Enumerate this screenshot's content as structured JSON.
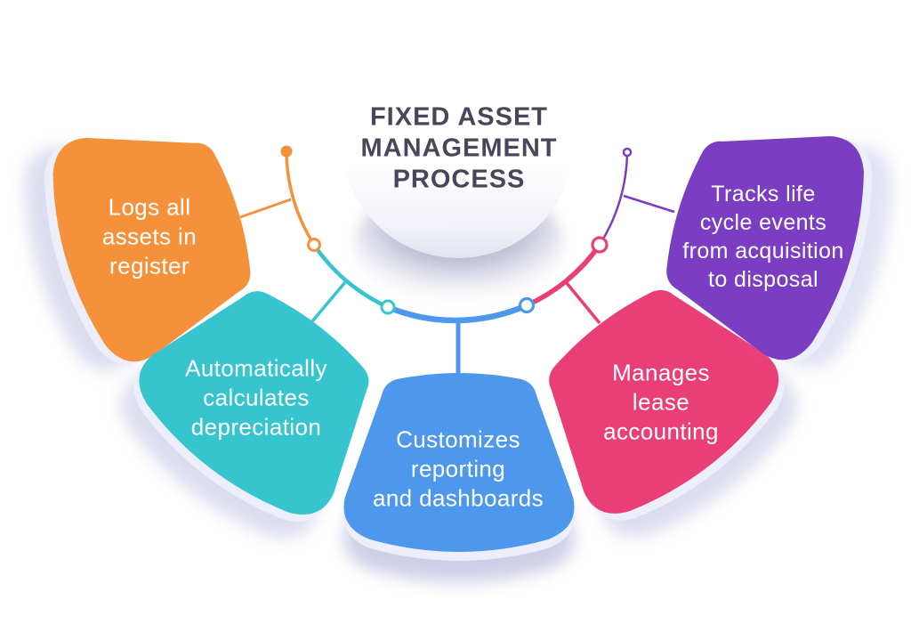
{
  "title": {
    "text": "FIXED ASSET\nMANAGEMENT\nPROCESS",
    "color": "#4a455a"
  },
  "steps": [
    {
      "id": "log-assets",
      "label": "Logs all\nassets in\nregister",
      "color": "#F6913B"
    },
    {
      "id": "depreciation",
      "label": "Automatically\ncalculates\ndepreciation",
      "color": "#36C5CE"
    },
    {
      "id": "reporting",
      "label": "Customizes\nreporting\nand dashboards",
      "color": "#4D97EC"
    },
    {
      "id": "lease",
      "label": "Manages\nlease\naccounting",
      "color": "#EA3E77"
    },
    {
      "id": "lifecycle",
      "label": "Tracks life\ncycle events\nfrom acquisition\nto disposal",
      "color": "#7B3EC2"
    }
  ],
  "colors": {
    "petal_text": "#ffffff",
    "rim": "#eceef9",
    "petal_soft_shadow": "#b9bce0",
    "ball_shadow": "#6f6f9f",
    "node_fill": "#ffffff",
    "ball_top": "#ffffff",
    "ball_bottom": "#e3e3ef"
  }
}
